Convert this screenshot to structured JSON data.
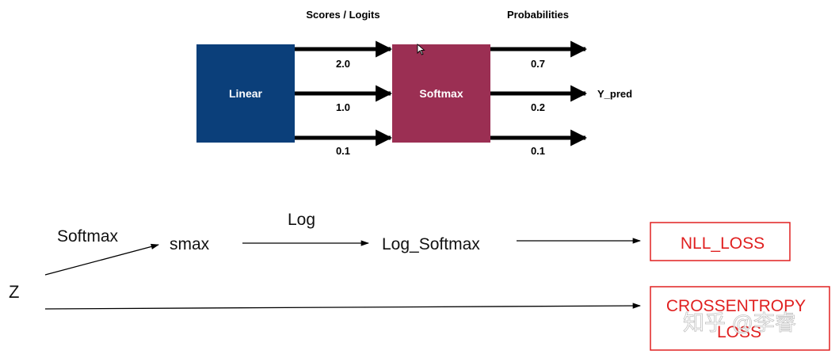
{
  "top_diagram": {
    "header_scores": "Scores / Logits",
    "header_probabilities": "Probabilities",
    "linear_label": "Linear",
    "softmax_label": "Softmax",
    "logits": [
      "2.0",
      "1.0",
      "0.1"
    ],
    "probabilities": [
      "0.7",
      "0.2",
      "0.1"
    ],
    "output_label": "Y_pred"
  },
  "bottom_diagram": {
    "z_label": "Z",
    "softmax_label": "Softmax",
    "smax_label": "smax",
    "log_label": "Log",
    "log_softmax_label": "Log_Softmax",
    "nll_loss_label": "NLL_LOSS",
    "crossentropy_line1": "CROSSENTROPY",
    "crossentropy_line2": "LOSS"
  },
  "watermark": "知乎 @李睿",
  "colors": {
    "linear_box": "#0b3f7a",
    "softmax_box": "#9b2f53",
    "loss_red": "#e02020",
    "arrow": "#000000"
  }
}
